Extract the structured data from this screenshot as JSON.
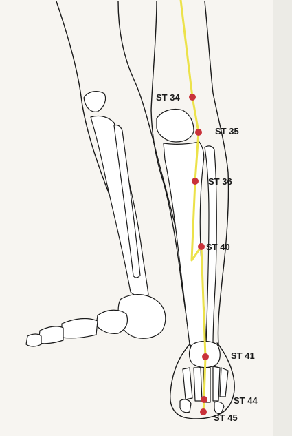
{
  "meridian": {
    "line_color": "#ece24a",
    "point_color": "#c9323a",
    "points": [
      {
        "id": "st34",
        "label": "ST 34"
      },
      {
        "id": "st35",
        "label": "ST 35"
      },
      {
        "id": "st36",
        "label": "ST 36"
      },
      {
        "id": "st40",
        "label": "ST 40"
      },
      {
        "id": "st41",
        "label": "ST 41"
      },
      {
        "id": "st44",
        "label": "ST 44"
      },
      {
        "id": "st45",
        "label": "ST 45"
      }
    ]
  },
  "colors": {
    "background": "#f7f5f1",
    "bone_stroke": "#1a1a1a",
    "bone_fill": "#ffffff"
  }
}
